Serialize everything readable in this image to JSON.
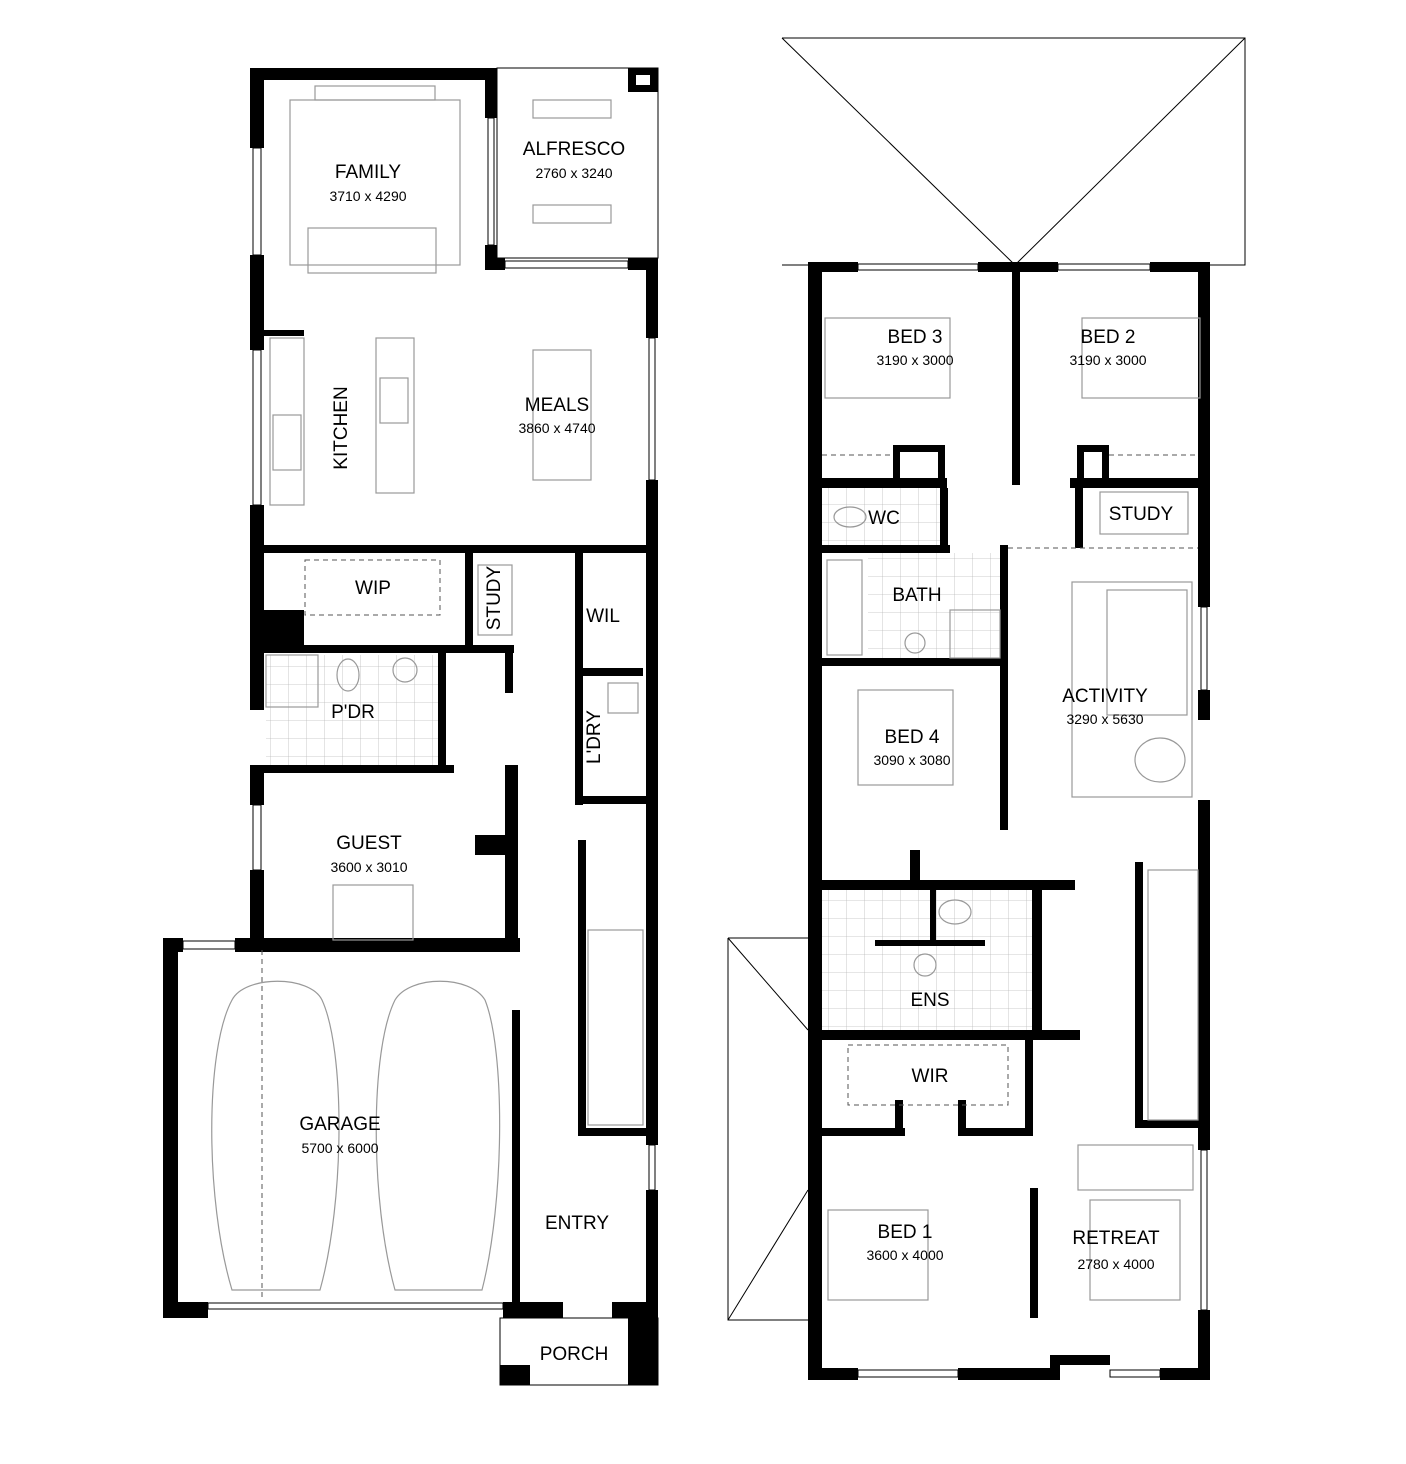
{
  "ground_floor": {
    "rooms": [
      {
        "name": "FAMILY",
        "size": "3710 x 4290"
      },
      {
        "name": "ALFRESCO",
        "size": "2760 x 3240"
      },
      {
        "name": "KITCHEN"
      },
      {
        "name": "MEALS",
        "size": "3860 x 4740"
      },
      {
        "name": "WIP"
      },
      {
        "name": "STUDY"
      },
      {
        "name": "WIL"
      },
      {
        "name": "P'DR"
      },
      {
        "name": "L'DRY"
      },
      {
        "name": "GUEST",
        "size": "3600 x 3010"
      },
      {
        "name": "GARAGE",
        "size": "5700 x 6000"
      },
      {
        "name": "ENTRY"
      },
      {
        "name": "PORCH"
      }
    ]
  },
  "upper_floor": {
    "rooms": [
      {
        "name": "BED 3",
        "size": "3190 x 3000"
      },
      {
        "name": "BED 2",
        "size": "3190 x 3000"
      },
      {
        "name": "WC"
      },
      {
        "name": "STUDY"
      },
      {
        "name": "BATH"
      },
      {
        "name": "ACTIVITY",
        "size": "3290 x 5630"
      },
      {
        "name": "BED 4",
        "size": "3090 x 3080"
      },
      {
        "name": "ENS"
      },
      {
        "name": "WIR"
      },
      {
        "name": "BED 1",
        "size": "3600 x 4000"
      },
      {
        "name": "RETREAT",
        "size": "2780 x 4000"
      }
    ]
  }
}
